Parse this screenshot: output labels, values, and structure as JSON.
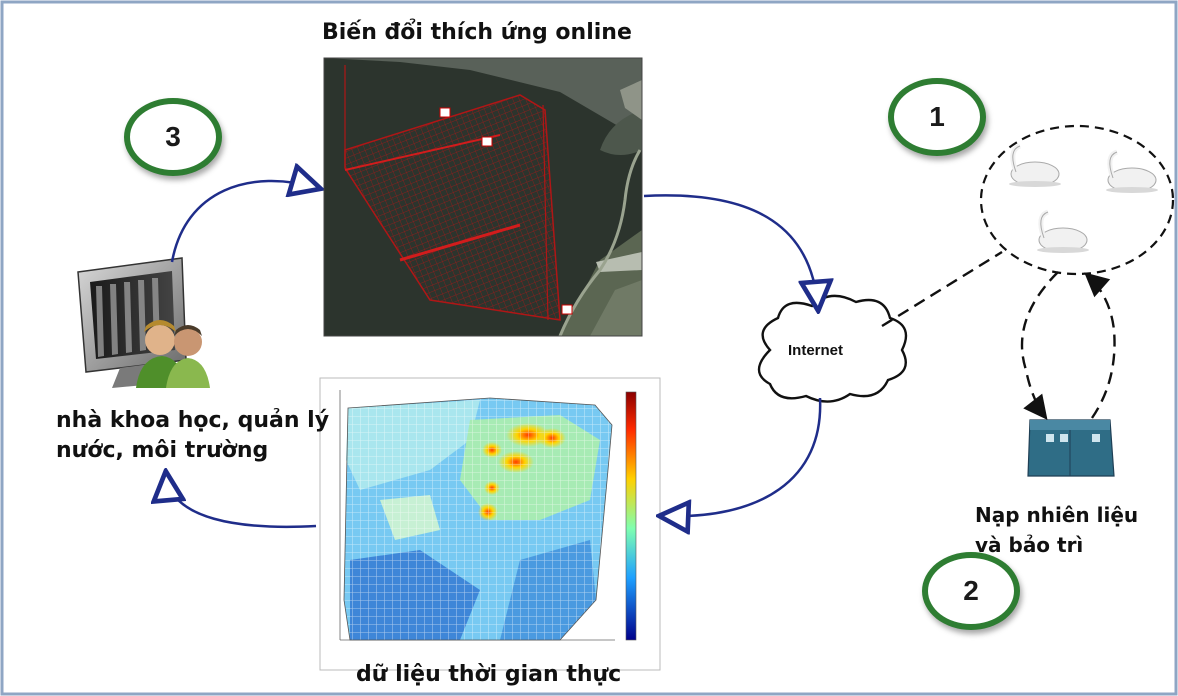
{
  "title": "Biến đổi thích ứng online",
  "badges": {
    "one": "1",
    "two": "2",
    "three": "3"
  },
  "internet_label": "Internet",
  "scientists_label_line1": "nhà khoa học, quản lý",
  "scientists_label_line2": "nước, môi trường",
  "refuel_label_line1": "Nạp nhiên liệu",
  "refuel_label_line2": "và bảo trì",
  "realtime_label": "dữ liệu thời gian thực",
  "colors": {
    "badge_ring": "#2e7d32",
    "arrow": "#1f2d8a",
    "frame": "#8fa6c4",
    "map_water": "#2c342d",
    "grid_red": "#b01616"
  }
}
